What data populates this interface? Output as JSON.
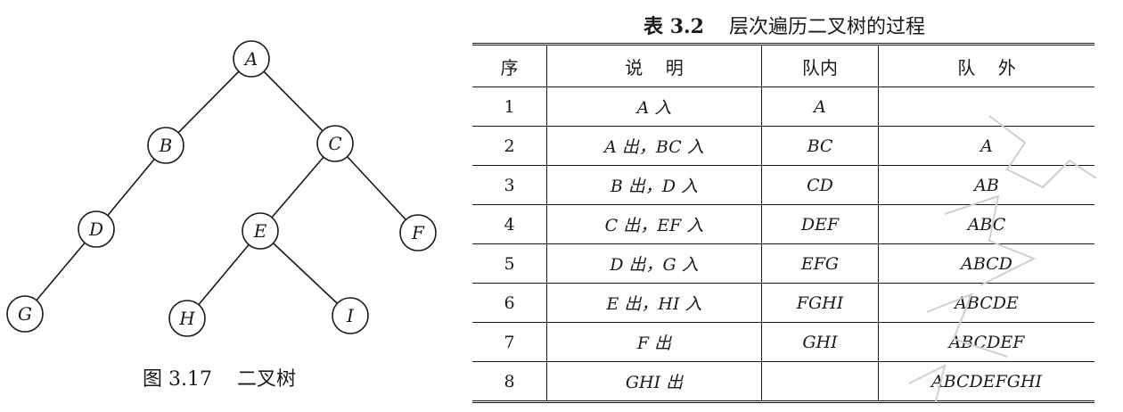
{
  "figure": {
    "nodes": [
      "A",
      "B",
      "C",
      "D",
      "E",
      "F",
      "G",
      "H",
      "I"
    ],
    "caption": "图 3.17    二叉树"
  },
  "table": {
    "title_num": "表 3.2",
    "title_text": "层次遍历二叉树的过程",
    "headers": [
      "序",
      "说    明",
      "队内",
      "队    外"
    ],
    "rows": [
      {
        "seq": "1",
        "desc": "A 入",
        "in": "A",
        "out": ""
      },
      {
        "seq": "2",
        "desc": "A 出，BC 入",
        "in": "BC",
        "out": "A"
      },
      {
        "seq": "3",
        "desc": "B 出，D 入",
        "in": "CD",
        "out": "AB"
      },
      {
        "seq": "4",
        "desc": "C 出，EF 入",
        "in": "DEF",
        "out": "ABC"
      },
      {
        "seq": "5",
        "desc": "D 出，G 入",
        "in": "EFG",
        "out": "ABCD"
      },
      {
        "seq": "6",
        "desc": "E 出，HI 入",
        "in": "FGHI",
        "out": "ABCDE"
      },
      {
        "seq": "7",
        "desc": "F 出",
        "in": "GHI",
        "out": "ABCDEF"
      },
      {
        "seq": "8",
        "desc": "GHI 出",
        "in": "",
        "out": "ABCDEFGHI"
      }
    ]
  }
}
